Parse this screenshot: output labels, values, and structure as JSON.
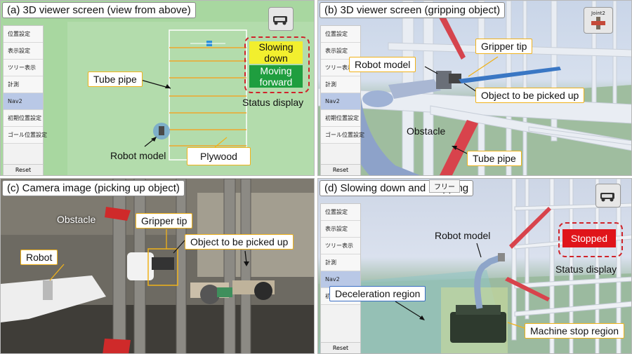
{
  "panel_a": {
    "title": "(a) 3D viewer screen (view from above)",
    "menu": [
      "位置設定",
      "表示設定",
      "ツリー表示",
      "計測",
      "Nav2",
      "初期位置設定",
      "ゴール位置設定"
    ],
    "menu_selected": "Nav2",
    "reset": "Reset",
    "labels": {
      "tube_pipe": "Tube pipe",
      "robot_model": "Robot model",
      "plywood": "Plywood",
      "status_display": "Status display"
    },
    "status": {
      "slowing": "Slowing down",
      "moving": "Moving forward"
    }
  },
  "panel_b": {
    "title": "(b) 3D viewer screen (gripping object)",
    "menu": [
      "位置設定",
      "表示設定",
      "ツリー表示",
      "計測",
      "Nav2",
      "初期位置設定",
      "ゴール位置設定"
    ],
    "menu_selected": "Nav2",
    "reset": "Reset",
    "labels": {
      "gripper_tip": "Gripper tip",
      "robot_model": "Robot model",
      "object": "Object to be picked up",
      "obstacle": "Obstacle",
      "tube_pipe": "Tube pipe"
    },
    "joint_button": "Joint2"
  },
  "panel_c": {
    "title": "(c) Camera image (picking up object)",
    "labels": {
      "obstacle": "Obstacle",
      "gripper_tip": "Gripper tip",
      "object": "Object to be picked up",
      "robot": "Robot"
    }
  },
  "panel_d": {
    "title": "(d) Slowing down and stopping",
    "menu": [
      "位置設定",
      "表示設定",
      "ツリー表示",
      "計測",
      "Nav2",
      "初期位置設定"
    ],
    "menu_selected": "Nav2",
    "reset": "Reset",
    "free_tab": "フリー",
    "labels": {
      "robot_model": "Robot model",
      "status_display": "Status display",
      "decel": "Deceleration region",
      "machine_stop": "Machine stop region"
    },
    "status": {
      "stopped": "Stopped"
    }
  },
  "colors": {
    "callout_border": "#f0b21a",
    "status_yellow": "#f2ef2e",
    "status_green": "#1f9e3f",
    "status_red": "#e0141a",
    "dashed_red": "#d0242b",
    "selected_menu": "#b9c8e6"
  }
}
